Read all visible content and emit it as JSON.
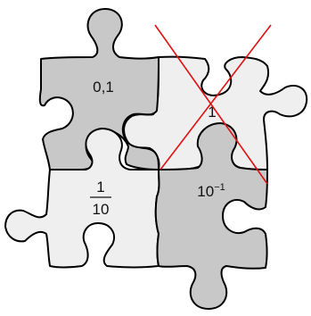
{
  "colors": {
    "dark_piece": "#c8c8c8",
    "light_piece": "#efefef",
    "outline": "#000000",
    "cross": "#e01010",
    "text": "#111111"
  },
  "pieces": {
    "top_left": {
      "label": "0,1",
      "shade": "dark"
    },
    "top_right": {
      "label": "1",
      "shade": "light",
      "crossed": true
    },
    "bottom_left": {
      "numerator": "1",
      "denominator": "10",
      "shade": "light"
    },
    "bottom_right": {
      "base": "10",
      "exponent": "−1",
      "shade": "dark"
    }
  }
}
